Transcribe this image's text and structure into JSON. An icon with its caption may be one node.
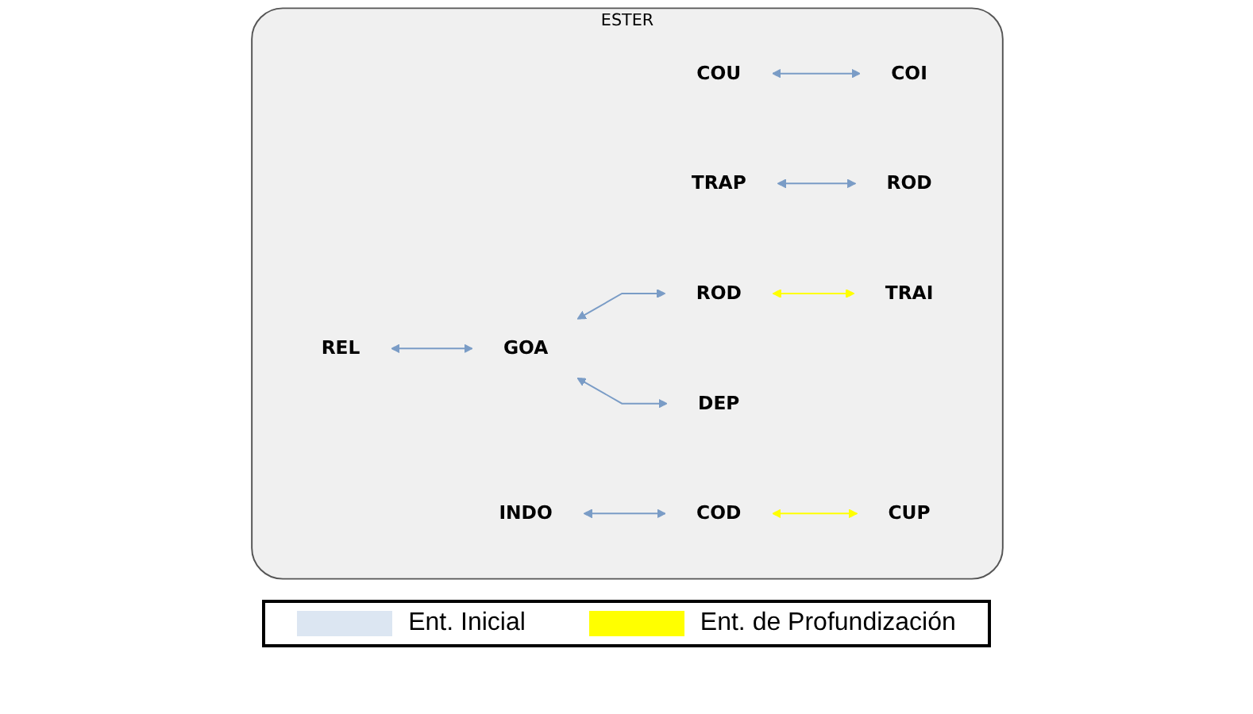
{
  "diagram": {
    "nodes": [
      {
        "text": [
          "ESTER"
        ]
      },
      {
        "text": [
          "COU"
        ],
        "in": 0
      },
      {
        "text": [
          "TRAP"
        ],
        "in": 0
      },
      {
        "text": [
          "ROD"
        ],
        "in": 0
      },
      {
        "text": [
          "REL"
        ],
        "in": 0
      },
      {
        "text": [
          "ROD"
        ],
        "in": 0
      },
      {
        "text": [
          "TRAI"
        ],
        "in": 0
      },
      {
        "text": [
          "COI"
        ],
        "in": 0
      },
      {
        "text": [
          "INDO"
        ],
        "in": 0
      },
      {
        "text": [
          "COD"
        ],
        "in": 0
      },
      {
        "text": [
          "DEP"
        ],
        "in": 0
      },
      {
        "text": [
          "GOA"
        ],
        "in": 0
      },
      {
        "text": [
          "CUP"
        ],
        "in": 0
      }
    ],
    "edges": [
      {
        "from": 1,
        "to": 7,
        "arrow": "both"
      },
      {
        "from": 2,
        "to": 3,
        "arrow": "both"
      },
      {
        "from": 4,
        "to": 11,
        "arrow": "both"
      },
      {
        "from": 5,
        "to": 6,
        "arrow": "both",
        "color": "#ffff00"
      },
      {
        "from": 11,
        "to": 5,
        "arrow": "both"
      },
      {
        "from": 8,
        "to": 9,
        "arrow": "both"
      },
      {
        "from": 11,
        "to": 10,
        "arrow": "both"
      },
      {
        "from": 9,
        "to": 12,
        "arrow": "both",
        "color": "#ffff00"
      }
    ],
    "legend": [
      {
        "text": "Ent. Inicial",
        "color": "#dce6f2"
      },
      {
        "text": "Ent. de Profundización",
        "color": "#ffff00"
      }
    ]
  }
}
